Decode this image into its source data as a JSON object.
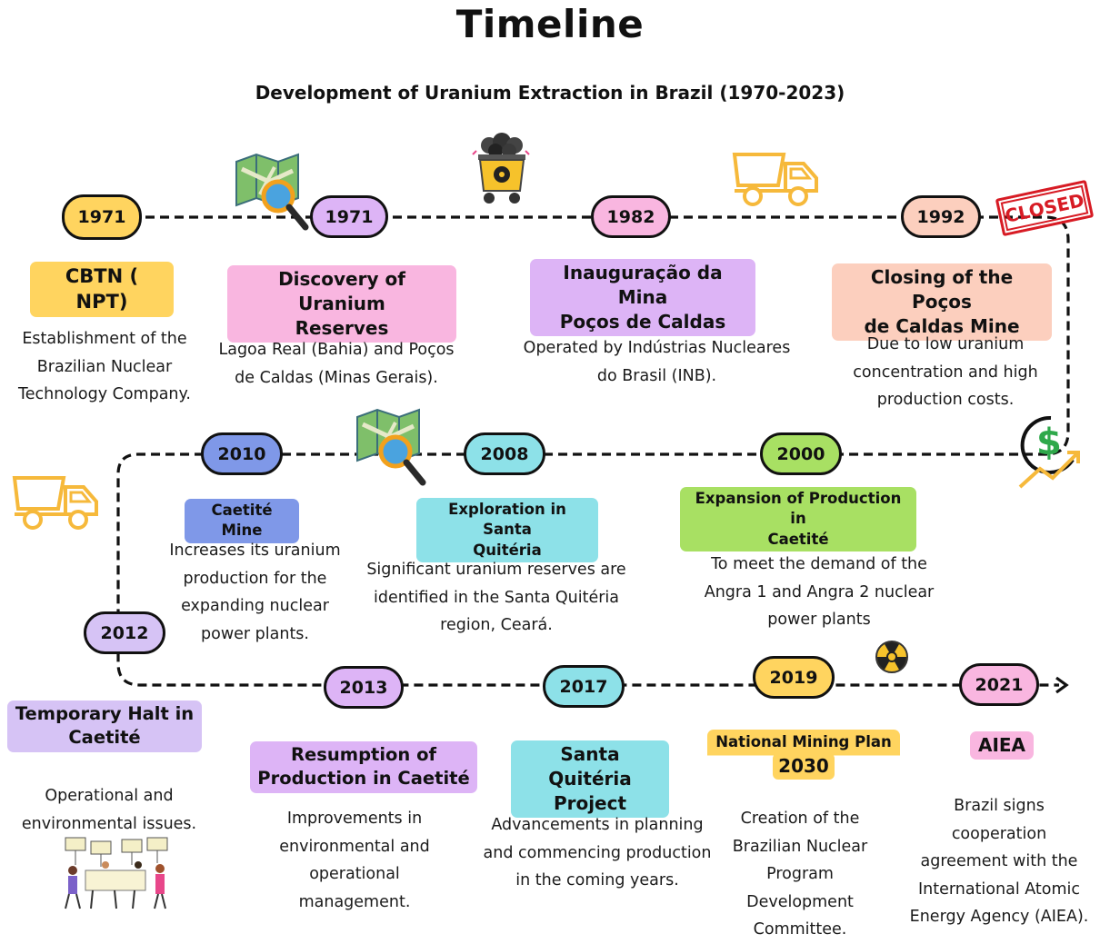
{
  "title": "Timeline",
  "subtitle": "Development of Uranium Extraction in Brazil (1970-2023)",
  "colors": {
    "yellow": "#FFD45F",
    "lavender": "#DDB4F6",
    "pink": "#F9B6E0",
    "peach": "#FCCFBE",
    "blue": "#7F98E8",
    "cyan": "#8DE1E8",
    "green": "#A8E063",
    "purple": "#D6C3F5"
  },
  "events": [
    {
      "year": "1971",
      "title": "CBTN ( NPT)",
      "desc": [
        "Establishment of the",
        "Brazilian Nuclear",
        "Technology Company."
      ],
      "color": "#FFD45F"
    },
    {
      "year": "1971",
      "title": "Discovery of Uranium Reserves",
      "title_lines": [
        "Discovery of Uranium",
        "Reserves"
      ],
      "desc": [
        "Lagoa Real (Bahia) and Poços",
        "de Caldas (Minas Gerais)."
      ],
      "color": "#F9B6E0",
      "pill_color": "#DDB4F6"
    },
    {
      "year": "1982",
      "title": "Inauguração da Mina Poços de Caldas",
      "title_lines": [
        "Inauguração da Mina",
        "Poços de Caldas"
      ],
      "desc": [
        "Operated by Indústrias Nucleares",
        "do Brasil (INB)."
      ],
      "color": "#DDB4F6",
      "pill_color": "#F9B6E0"
    },
    {
      "year": "1992",
      "title": "Closing of the Poços de Caldas Mine",
      "title_lines": [
        "Closing of the Poços",
        "de Caldas Mine"
      ],
      "desc": [
        "Due to low uranium",
        "concentration and high",
        "production costs."
      ],
      "color": "#FCCFBE"
    },
    {
      "year": "2000",
      "title": "Expansion of Production in Caetité",
      "title_lines": [
        "Expansion of Production in",
        "Caetité"
      ],
      "desc": [
        "To meet the demand of the",
        "Angra 1 and Angra 2 nuclear",
        "power plants"
      ],
      "color": "#A8E063"
    },
    {
      "year": "2008",
      "title": "Exploration in Santa Quitéria",
      "title_lines": [
        "Exploration in Santa",
        "Quitéria"
      ],
      "desc": [
        "Significant uranium reserves are",
        "identified in the Santa Quitéria",
        "region, Ceará."
      ],
      "color": "#8DE1E8"
    },
    {
      "year": "2010",
      "title": "Caetité Mine",
      "desc": [
        "Increases its uranium",
        "production for the",
        "expanding nuclear",
        "power plants."
      ],
      "color": "#7F98E8"
    },
    {
      "year": "2012",
      "title": "Temporary Halt in Caetité",
      "title_lines": [
        "Temporary Halt in",
        "Caetité"
      ],
      "desc": [
        "Operational and",
        "environmental issues."
      ],
      "color": "#D6C3F5"
    },
    {
      "year": "2013",
      "title": "Resumption of Production in Caetité",
      "title_lines": [
        "Resumption of",
        "Production in Caetité"
      ],
      "desc": [
        "Improvements in",
        "environmental and",
        "operational",
        "management."
      ],
      "color": "#DDB4F6"
    },
    {
      "year": "2017",
      "title": "Santa Quitéria Project",
      "title_lines": [
        "Santa Quitéria",
        "Project"
      ],
      "desc": [
        "Advancements in planning",
        "and commencing production",
        "in the coming years."
      ],
      "color": "#8DE1E8"
    },
    {
      "year": "2019",
      "title": "National Mining Plan 2030",
      "title_lines": [
        "National Mining Plan",
        "2030"
      ],
      "desc": [
        "Creation of the",
        "Brazilian Nuclear",
        "Program",
        "Development",
        "Committee."
      ],
      "color": "#FFD45F"
    },
    {
      "year": "2021",
      "title": "AIEA",
      "desc": [
        "Brazil signs",
        "cooperation",
        "agreement with the",
        "International Atomic",
        "Energy Agency  (AIEA)."
      ],
      "color": "#F9B6E0"
    }
  ],
  "closed_stamp": "CLOSED",
  "icons": [
    "map-magnifier-icon",
    "mine-cart-icon",
    "dump-truck-icon",
    "closed-stamp-icon",
    "dollar-growth-icon",
    "radiation-icon",
    "protesters-icon"
  ]
}
